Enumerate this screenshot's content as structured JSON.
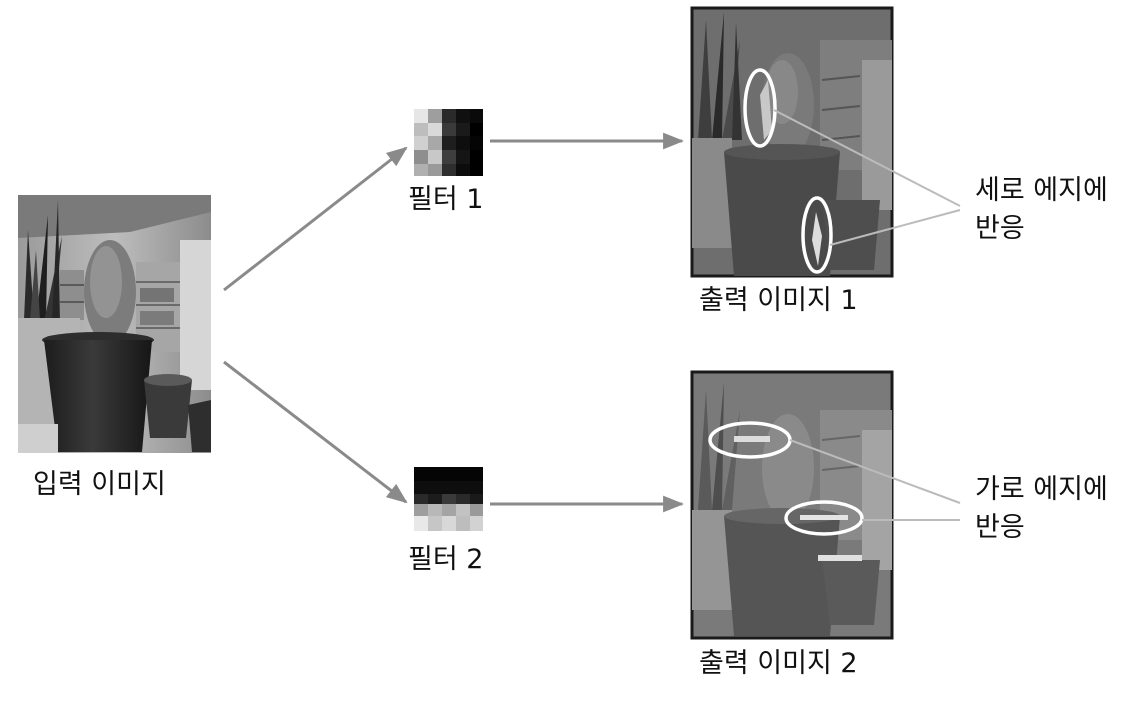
{
  "input": {
    "label": "입력 이미지"
  },
  "filters": [
    {
      "label": "필터 1"
    },
    {
      "label": "필터 2"
    }
  ],
  "outputs": [
    {
      "label": "출력 이미지 1",
      "note_line1": "세로 에지에",
      "note_line2": "반응"
    },
    {
      "label": "출력 이미지 2",
      "note_line1": "가로 에지에",
      "note_line2": "반응"
    }
  ],
  "colors": {
    "arrow": "#8a8a8a",
    "highlight": "#ffffff",
    "leader": "#bbbbbb",
    "text": "#111111"
  }
}
